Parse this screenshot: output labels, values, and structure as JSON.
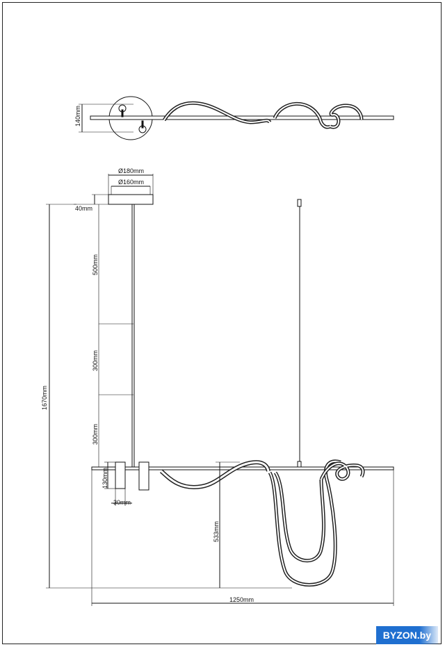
{
  "dimensions": {
    "top_height": "140mm",
    "canopy_outer_diameter": "Ø180mm",
    "canopy_inner_diameter": "Ø160mm",
    "canopy_thickness": "40mm",
    "rod_segment_top": "500mm",
    "rod_segment_middle": "300mm",
    "rod_segment_bottom": "300mm",
    "total_height": "1670mm",
    "holder_height": "130mm",
    "holder_width": "30mm",
    "loop_drop": "533mm",
    "total_length": "1250mm"
  },
  "watermark": {
    "text": "BYZON.by"
  }
}
